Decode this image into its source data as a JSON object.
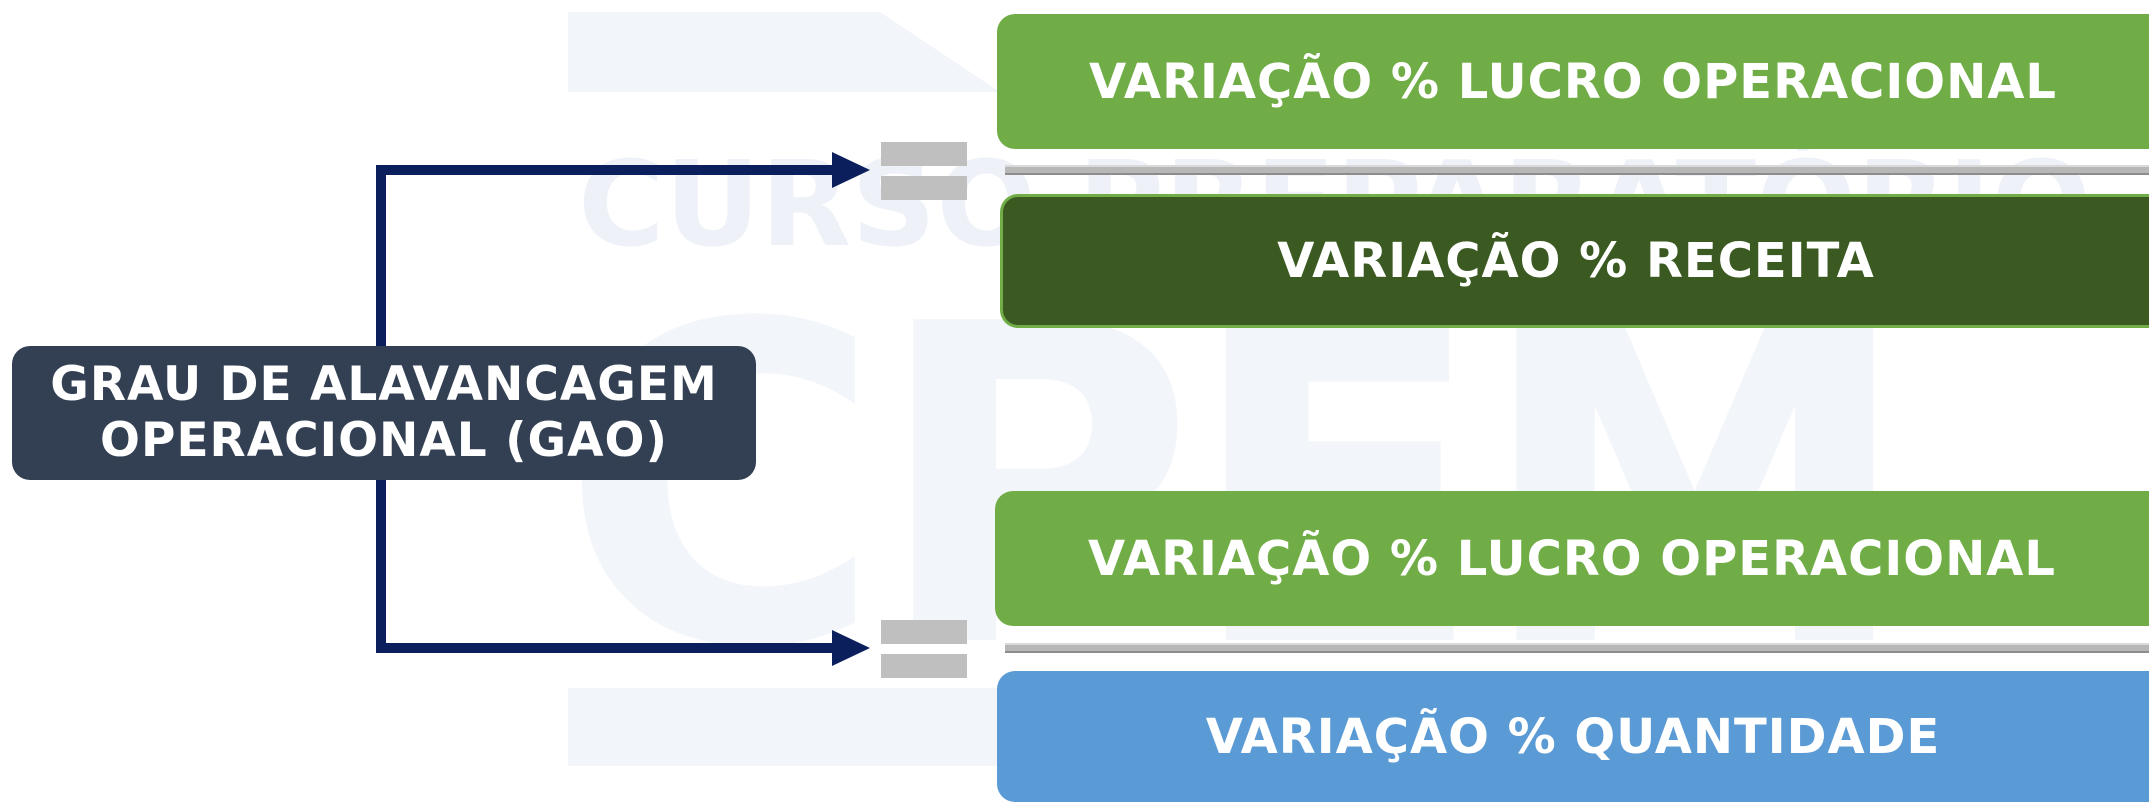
{
  "diagram": {
    "gao_label": "GRAU DE ALAVANCAGEM OPERACIONAL (GAO)",
    "formula_top": {
      "numerator": "VARIAÇÃO % LUCRO OPERACIONAL",
      "denominator": "VARIAÇÃO % RECEITA"
    },
    "formula_bottom": {
      "numerator": "VARIAÇÃO % LUCRO OPERACIONAL",
      "denominator": "VARIAÇÃO % QUANTIDADE"
    }
  },
  "watermark": {
    "line1": "CURSO PREPARATÓRIO",
    "line2": "CPEM"
  },
  "colors": {
    "gao_box": "#333f52",
    "numerator_green": "#70ad47",
    "denominator_dark_green": "#3b5a22",
    "denominator_blue": "#5b9bd5",
    "connector_navy": "#0b1f5c",
    "equals_gray": "#bfbfbf",
    "watermark": "#f2f5fa"
  }
}
